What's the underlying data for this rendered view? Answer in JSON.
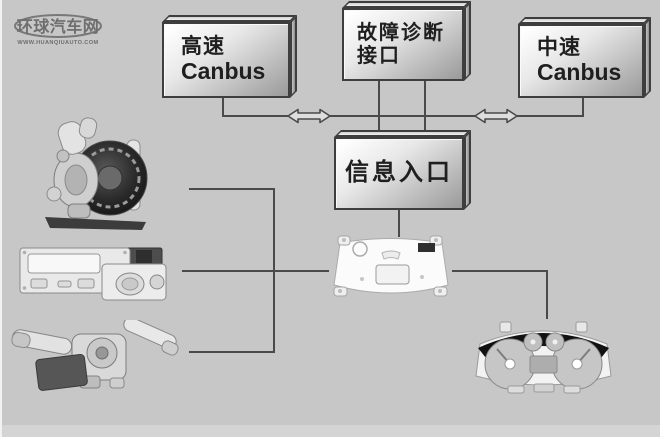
{
  "page": {
    "background": "#c7c7c7",
    "line_color": "#4a4a4a",
    "box_border_color": "#3e3e3e",
    "box_face_light": "#ffffff",
    "box_face_dark": "#9a9a9a",
    "text_color": "#1f1f1f",
    "arrow_fill": "#dedede",
    "logo_color": "#6e6e6e"
  },
  "logo": {
    "title": "环球汽车网",
    "url": "WWW.HUANQIUAUTO.COM"
  },
  "boxes": {
    "high_speed": {
      "line1": "高速",
      "line2": "Canbus"
    },
    "diagnostic": {
      "line1": "故障诊断",
      "line2": "接口"
    },
    "medium_speed": {
      "line1": "中速",
      "line2": "Canbus"
    },
    "info_entry": {
      "label": "信息入口"
    }
  },
  "icons": {
    "left_link": "double-arrow-icon",
    "right_link": "double-arrow-icon"
  },
  "images": {
    "top_left": "engine-photo",
    "middle_left": "car-stereo-photo",
    "bottom_left": "steering-column-switch-photo",
    "center": "instrument-cluster-back-photo",
    "bottom_right": "instrument-cluster-front-photo"
  }
}
